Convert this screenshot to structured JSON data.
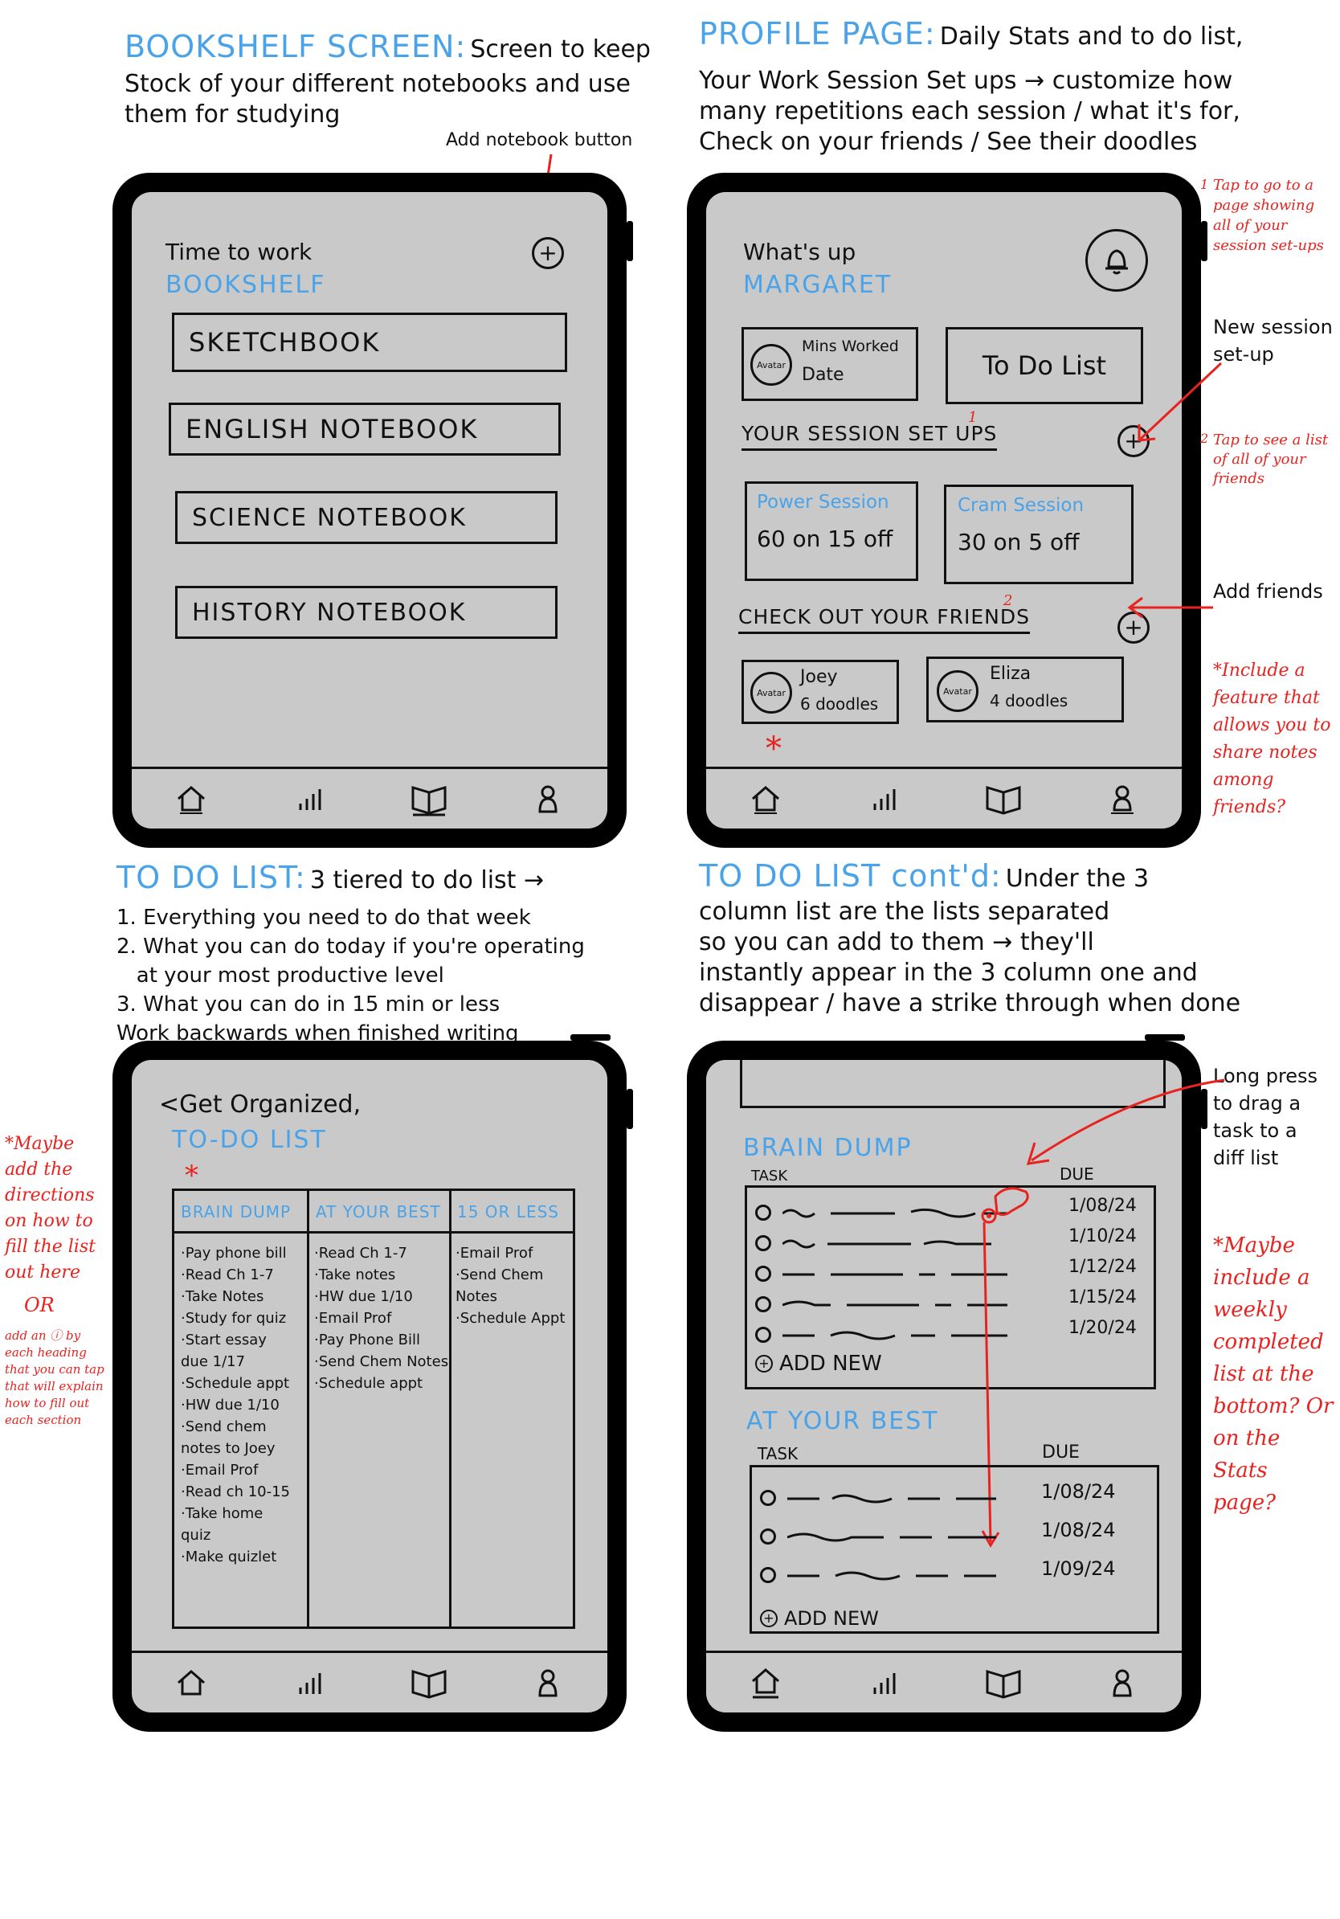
{
  "q1": {
    "title": "BOOKSHELF SCREEN:",
    "desc1": "Screen to keep",
    "desc2": "Stock of your different notebooks and use",
    "desc3": "them for studying",
    "annotation": "Add notebook button",
    "hello": "Time to work",
    "screen_title": "BOOKSHELF",
    "notebooks": [
      "SKETCHBOOK",
      "ENGLISH NOTEBOOK",
      "SCIENCE NOTEBOOK",
      "HISTORY NOTEBOOK"
    ]
  },
  "q2": {
    "title": "PROFILE PAGE:",
    "desc1": "Daily Stats and to do list,",
    "desc2": "Your Work Session Set ups → customize how",
    "desc3": "many repetitions each session / what it's for,",
    "desc4": "Check on your friends / See their doodles",
    "hello": "What's up",
    "name": "MARGARET",
    "avatar_label": "Avatar",
    "stat_line1": "Mins Worked",
    "stat_line2": "Date",
    "todo_button": "To Do List",
    "sessions_heading": "YOUR SESSION SET UPS",
    "sessions": [
      {
        "name": "Power Session",
        "detail": "60 on  15 off"
      },
      {
        "name": "Cram Session",
        "detail": "30 on  5 off"
      }
    ],
    "friends_heading": "CHECK OUT YOUR FRIENDS",
    "friends": [
      {
        "name": "Joey",
        "doodles": "6 doodles"
      },
      {
        "name": "Eliza",
        "doodles": "4 doodles"
      }
    ],
    "star": "*",
    "marker1": "1",
    "marker2": "2",
    "notes": {
      "tap1_num": "1",
      "tap1": "Tap to go to a page showing all of your session set-ups",
      "new_session": "New session set-up",
      "tap2_num": "2",
      "tap2": "Tap to see a list of all of your friends",
      "add_friends": "Add friends",
      "include": "*Include a feature that allows you to share notes among friends?"
    }
  },
  "q3": {
    "title": "TO DO LIST:",
    "desc1": "3 tiered to do list →",
    "list": [
      "1. Everything you need to do that week",
      "2. What you can do today if you're operating",
      "   at your most productive level",
      "3. What you can do in 15 min or less",
      "Work backwards when finished writing"
    ],
    "back": "<Get Organized,",
    "screen_title": "TO-DO LIST",
    "star": "*",
    "columns": [
      {
        "head": "BRAIN DUMP",
        "items": "·Pay phone bill\n·Read Ch 1-7\n·Take Notes\n·Study for quiz\n·Start essay\n  due 1/17\n·Schedule appt\n·HW due 1/10\n·Send chem\n  notes to Joey\n·Email Prof\n·Read ch 10-15\n·Take home\n  quiz\n·Make quizlet"
      },
      {
        "head": "AT YOUR BEST",
        "items": "·Read Ch 1-7\n·Take notes\n·HW due 1/10\n·Email Prof\n·Pay Phone Bill\n·Send Chem Notes\n·Schedule appt"
      },
      {
        "head": "15 OR LESS",
        "items": "·Email Prof\n·Send Chem\n  Notes\n·Schedule Appt"
      }
    ],
    "note": "*Maybe add the directions on how to fill the list out here",
    "or": "OR",
    "note2": "add an ⓘ by each heading that you can tap that will explain how to fill out each section"
  },
  "q4": {
    "title": "TO DO LIST cont'd:",
    "desc1": "Under the 3",
    "desc2": "column list are the lists separated",
    "desc3": "so you can add to them → they'll",
    "desc4": "instantly appear in the 3 column one and",
    "desc5": "disappear / have a strike through when done",
    "brain_dump": "BRAIN DUMP",
    "task_label": "TASK",
    "due_label": "DUE",
    "brain_dates": [
      "1/08/24",
      "1/10/24",
      "1/12/24",
      "1/15/24",
      "1/20/24"
    ],
    "add_new": "ADD NEW",
    "at_your_best": "AT YOUR BEST",
    "best_dates": [
      "1/08/24",
      "1/08/24",
      "1/09/24"
    ],
    "note_long": "Long press to drag a task to a diff list",
    "note_weekly": "*Maybe include a weekly completed list at the bottom? Or on the Stats page?"
  },
  "colors": {
    "accent": "#4aa3e8",
    "annotation": "#e8231f",
    "screen": "#c9c9c9",
    "frame": "#000000"
  }
}
